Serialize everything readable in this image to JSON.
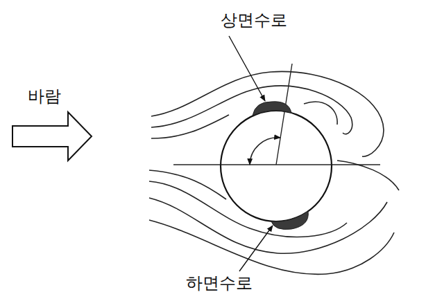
{
  "diagram": {
    "labels": [
      "상면수로",
      "바람",
      "하면수로"
    ]
  }
}
